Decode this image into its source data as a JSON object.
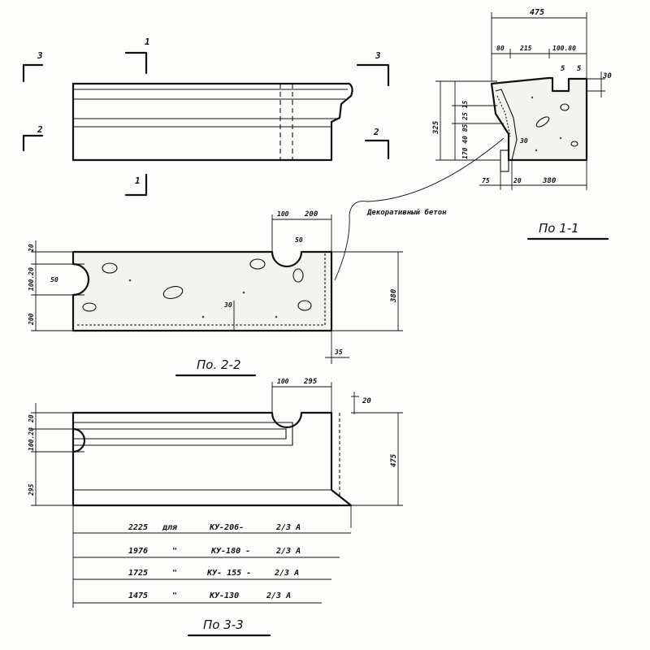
{
  "section_markers": {
    "m3_left": "3",
    "m3_right": "3",
    "m2_left": "2",
    "m2_right": "2",
    "m1_top": "1",
    "m1_bottom": "1"
  },
  "section_1_1": {
    "title": "По 1-1",
    "dim_top_total": "475",
    "dim_top_parts": [
      "80",
      "215",
      "100.80"
    ],
    "dim_right_30": "30",
    "dim_5a": "5",
    "dim_5b": "5",
    "dim_left_total": "325",
    "dim_left_parts": "170 40 85 25 15",
    "dim_bottom": [
      "75",
      "20",
      "380"
    ],
    "dim_inner_30": "30"
  },
  "callout": {
    "decorative_concrete": "Декоративный бетон"
  },
  "section_2_2": {
    "title": "По. 2-2",
    "dim_top": [
      "100",
      "200"
    ],
    "dim_notch_r": "50",
    "dim_left": [
      "20",
      "100.20",
      "200"
    ],
    "dim_left_r": "50",
    "dim_right": "380",
    "dim_inner": "30",
    "dim_bottom": "35"
  },
  "section_3_3": {
    "title": "По 3-3",
    "dim_top": [
      "100",
      "295"
    ],
    "dim_right_top": "20",
    "dim_right": "475",
    "dim_left": [
      "20",
      "100.20",
      "295"
    ],
    "table_rows": [
      {
        "length": "2225",
        "sep": "для",
        "mark": "КУ-206-",
        "suffix": "2/3 А"
      },
      {
        "length": "1976",
        "sep": "\"",
        "mark": "КУ-180 -",
        "suffix": "2/3 А"
      },
      {
        "length": "1725",
        "sep": "\"",
        "mark": "КУ- 155 -",
        "suffix": "2/3 А"
      },
      {
        "length": "1475",
        "sep": "\"",
        "mark": "КУ-130",
        "suffix": "2/3 А"
      }
    ]
  }
}
